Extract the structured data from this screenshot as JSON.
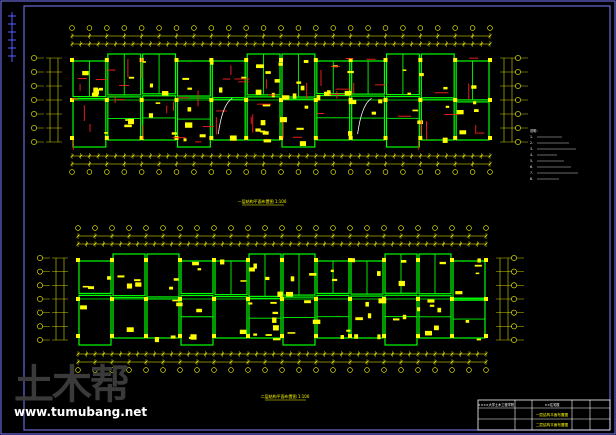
{
  "drawing": {
    "upper_plan_caption": "一层结构平面布置图 1:100",
    "lower_plan_caption": "二层结构平面布置图 1:100"
  },
  "notes": {
    "lines": [
      "说明：",
      "1.",
      "2.",
      "3.",
      "4.",
      "5.",
      "6.",
      "7.",
      "8."
    ]
  },
  "title_block": {
    "school": "××××大学土木工程学院",
    "project": "××住宅楼",
    "drawing_name_1": "一层结构平面布置图",
    "drawing_name_2": "二层结构平面布置图"
  },
  "watermark": {
    "logo_text": "土木帮",
    "url": "www.tumubang.net"
  },
  "colors": {
    "background": "#000000",
    "frame": "#7b7bff",
    "wall": "#00ff00",
    "axis": "#ffff00",
    "beam": "#ff2020",
    "text": "#ffff00",
    "watermark": "#ffffff"
  }
}
